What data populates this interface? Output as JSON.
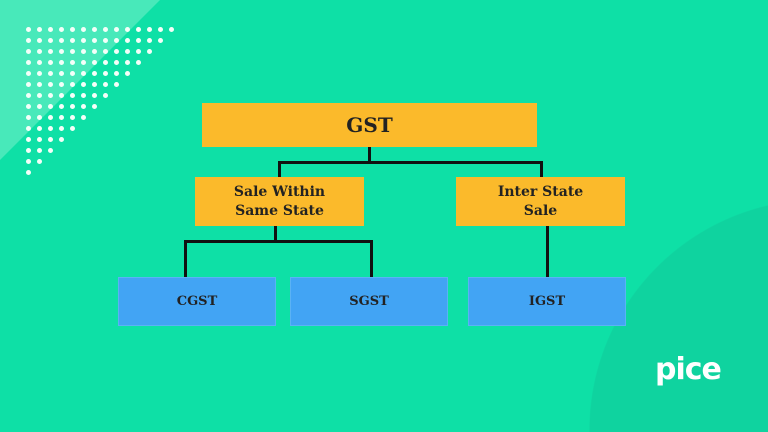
{
  "diagram": {
    "root": {
      "label": "GST"
    },
    "branches": [
      {
        "label": "Sale Within\nSame State",
        "children": [
          {
            "label": "CGST"
          },
          {
            "label": "SGST"
          }
        ]
      },
      {
        "label": "Inter State\nSale",
        "children": [
          {
            "label": "IGST"
          }
        ]
      }
    ]
  },
  "brand": {
    "logo": "pice"
  },
  "colors": {
    "background": "#0ee0a6",
    "orange": "#fbba2b",
    "blue": "#42a4f4"
  }
}
